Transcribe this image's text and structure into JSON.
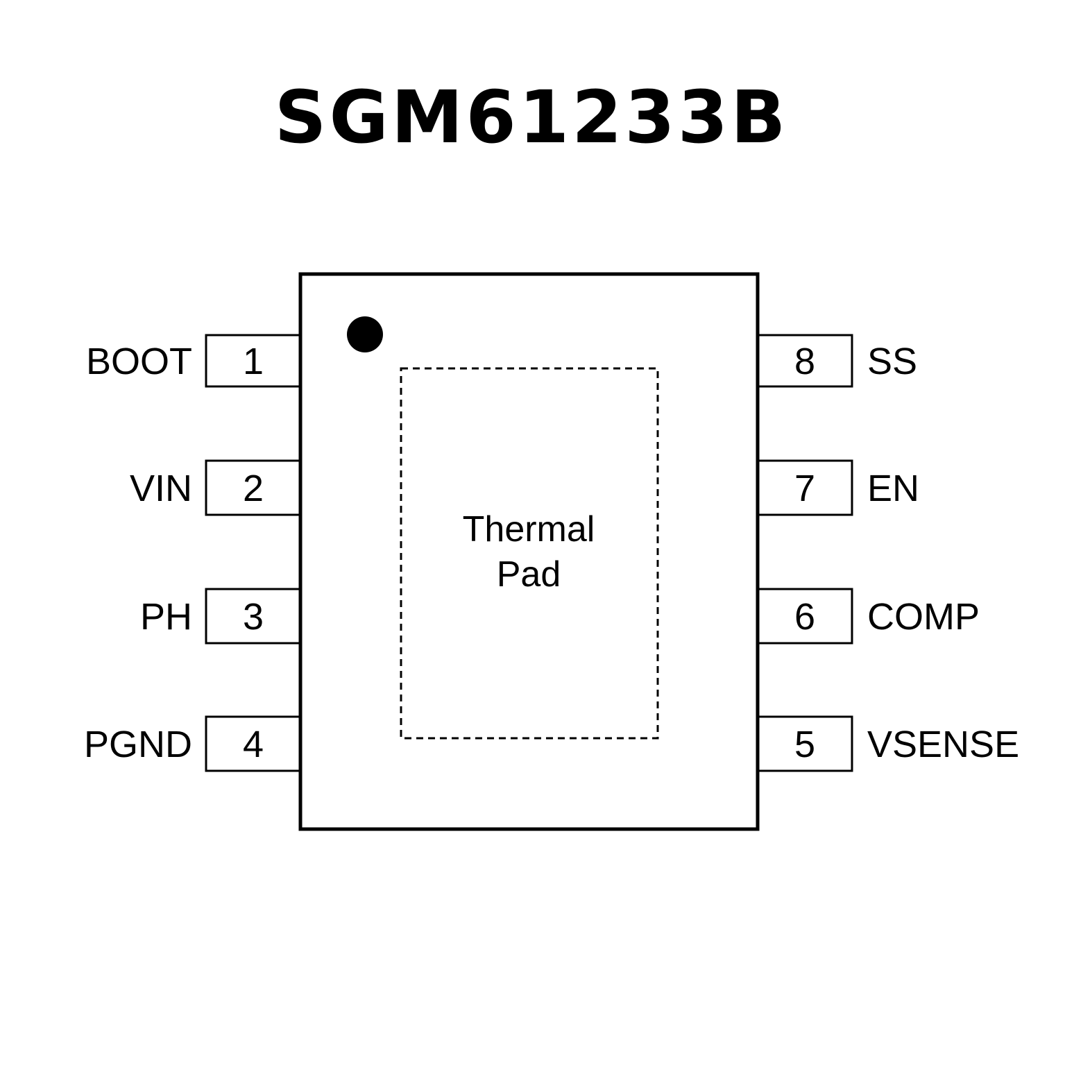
{
  "title": "SGM61233B",
  "thermal_pad": {
    "line1": "Thermal",
    "line2": "Pad"
  },
  "pins_left": [
    {
      "num": "1",
      "name": "BOOT"
    },
    {
      "num": "2",
      "name": "VIN"
    },
    {
      "num": "3",
      "name": "PH"
    },
    {
      "num": "4",
      "name": "PGND"
    }
  ],
  "pins_right": [
    {
      "num": "8",
      "name": "SS"
    },
    {
      "num": "7",
      "name": "EN"
    },
    {
      "num": "6",
      "name": "COMP"
    },
    {
      "num": "5",
      "name": "VSENSE"
    }
  ],
  "colors": {
    "stroke": "#000000",
    "background": "#ffffff"
  }
}
